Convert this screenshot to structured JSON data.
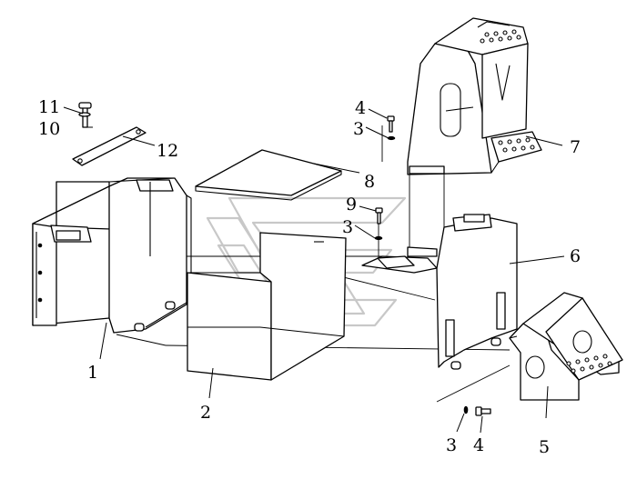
{
  "callouts": [
    {
      "id": "1",
      "text": "1"
    },
    {
      "id": "2",
      "text": "2"
    },
    {
      "id": "3a",
      "text": "3"
    },
    {
      "id": "3b",
      "text": "3"
    },
    {
      "id": "3c",
      "text": "3"
    },
    {
      "id": "4a",
      "text": "4"
    },
    {
      "id": "4b",
      "text": "4"
    },
    {
      "id": "5",
      "text": "5"
    },
    {
      "id": "6",
      "text": "6"
    },
    {
      "id": "7",
      "text": "7"
    },
    {
      "id": "8",
      "text": "8"
    },
    {
      "id": "9",
      "text": "9"
    },
    {
      "id": "10",
      "text": "10"
    },
    {
      "id": "11",
      "text": "11"
    },
    {
      "id": "12",
      "text": "12"
    }
  ],
  "colors": {
    "ink": "#000000",
    "paper": "#ffffff",
    "watermark": "#c8c8c8"
  }
}
